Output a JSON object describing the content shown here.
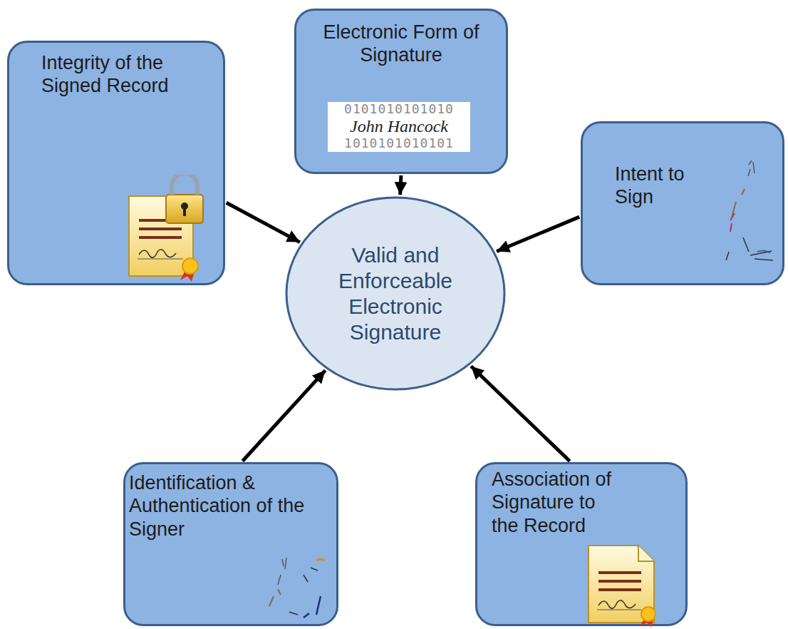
{
  "diagram": {
    "nodes": [
      {
        "text": [
          "Electronic Form of Signature"
        ]
      },
      {
        "text": [
          "Integrity of the Signed Record"
        ]
      },
      {
        "text": [
          "Intent to Sign"
        ]
      },
      {
        "text": [
          "Valid and Enforceable Electronic Signature"
        ]
      },
      {
        "text": [
          "Identification & Authentication of the Signer"
        ]
      },
      {
        "text": [
          "Association of Signature to the Record"
        ]
      }
    ],
    "edges": [
      {
        "from": 0,
        "to": 3,
        "arrow": "to"
      },
      {
        "from": 1,
        "to": 3,
        "arrow": "to"
      },
      {
        "from": 2,
        "to": 3,
        "arrow": "to"
      },
      {
        "from": 4,
        "to": 3,
        "arrow": "to"
      },
      {
        "from": 5,
        "to": 3,
        "arrow": "to"
      }
    ],
    "labels": [
      "0101010101010",
      "John Hancock",
      "1010101010101"
    ]
  }
}
